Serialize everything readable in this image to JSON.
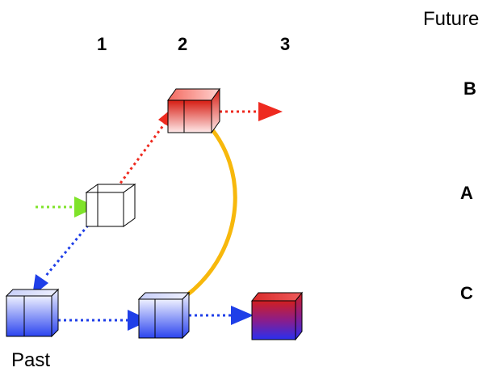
{
  "labels": {
    "future": "Future",
    "past": "Past",
    "columns": [
      "1",
      "2",
      "3"
    ],
    "rows": [
      "B",
      "A",
      "C"
    ]
  },
  "colors": {
    "red": "#ee2a1f",
    "blue": "#1f3fe8",
    "green": "#7fe32a",
    "orange": "#f7b80c",
    "cube_outline": "#000000"
  },
  "cubes": [
    {
      "name": "cube-2B",
      "style": "red"
    },
    {
      "name": "cube-1A",
      "style": "white"
    },
    {
      "name": "cube-past",
      "style": "blue"
    },
    {
      "name": "cube-2C",
      "style": "blue"
    },
    {
      "name": "cube-3C",
      "style": "red-blue"
    }
  ]
}
